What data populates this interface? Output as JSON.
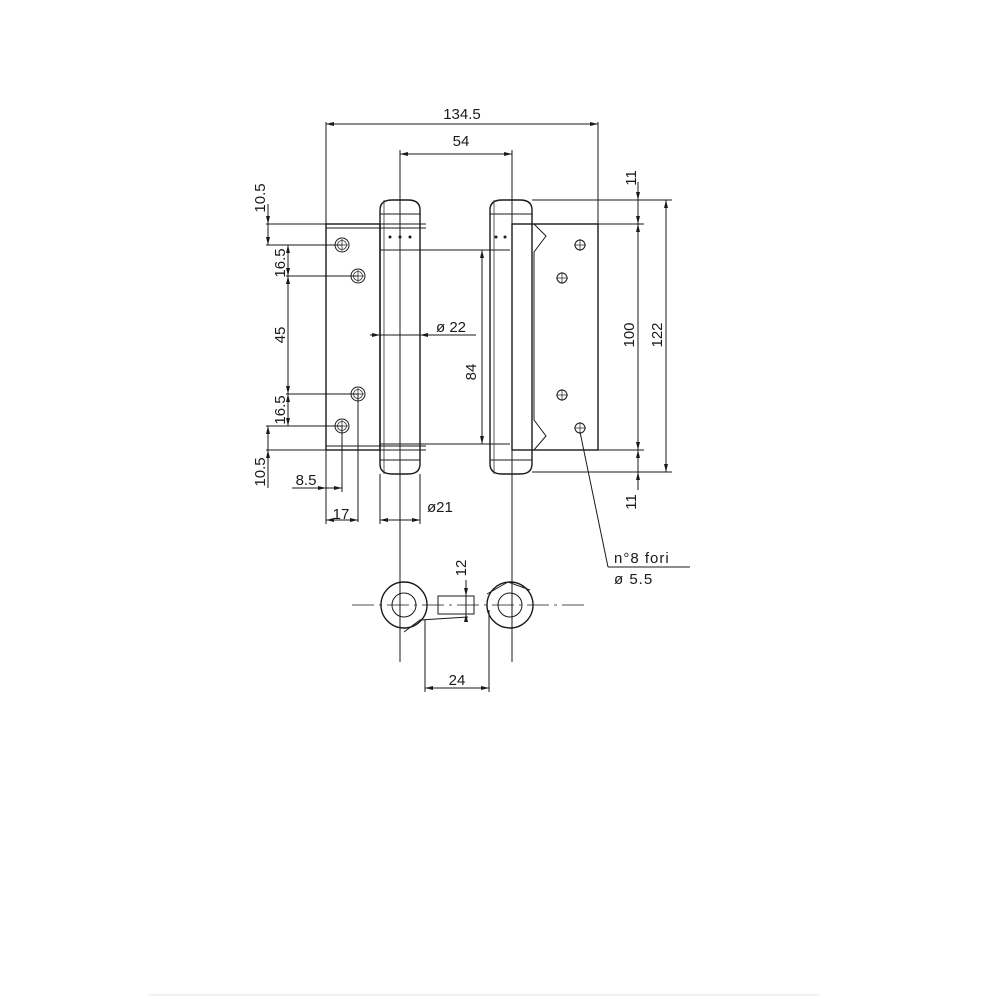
{
  "drawing": {
    "dimensions": {
      "overall_width": "134.5",
      "pin_spacing": "54",
      "top_offset_right": "11",
      "top_offset_left": "10.5",
      "hole_pitch_top": "16.5",
      "hole_pitch_middle": "45",
      "hole_pitch_bottom": "16.5",
      "bottom_offset_left": "10.5",
      "hole_edge_x": "8.5",
      "hole_edge_x2": "17",
      "barrel_diameter_upper": "ø 22",
      "barrel_diameter_lower": "ø21",
      "barrel_length": "84",
      "leaf_height": "100",
      "total_height": "122",
      "bottom_offset_right": "11",
      "section_height": "12",
      "section_width": "24"
    },
    "note": {
      "line1": "n°8 fori",
      "line2": "ø  5.5"
    }
  }
}
